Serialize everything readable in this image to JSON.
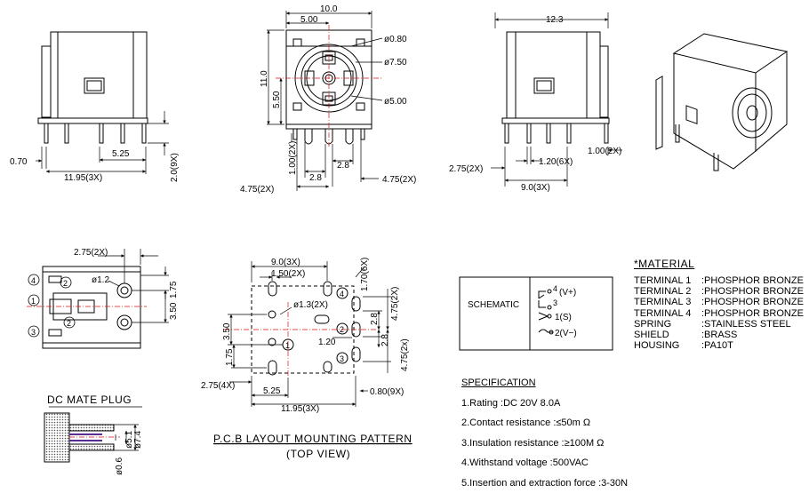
{
  "views": {
    "mate_plug_title": "DC MATE PLUG",
    "pcb_title": "P.C.B LAYOUT MOUNTING PATTERN",
    "pcb_subtitle": "(TOP VIEW)"
  },
  "dimensions": {
    "side1": [
      "0.70",
      "11.95(3X)",
      "5.25",
      "2.0(9X)"
    ],
    "front": [
      "10.0",
      "5.00",
      "ø0.80",
      "ø7.50",
      "11.0",
      "5.50",
      "ø5.00",
      "1.00(2X)",
      "2.8",
      "2.8",
      "4.75(2X)",
      "4.75(2X)"
    ],
    "side2": [
      "12.3",
      "1.00(2X)",
      "1.20(6X)",
      "2.75(2X)",
      "9.0(3X)"
    ],
    "bottom": [
      "2.75(2X)",
      "ø1.2",
      "1.75",
      "3.50"
    ],
    "bottom_pins": [
      "4",
      "1",
      "2",
      "3",
      "2"
    ],
    "plug": [
      "ø5.1",
      "ø7.4",
      "ø0.6"
    ],
    "pcb": [
      "9.0(3X)",
      "1.50(2X)",
      "1.70(6X)",
      "ø1.3(2X)",
      "3.50",
      "1.20",
      "2.8",
      "4.75(2X)",
      "2.8",
      "4.75(2x)",
      "1.75",
      "2.75(4X)",
      "5.25",
      "11.95(3X)",
      "0.80(9X)"
    ],
    "pcb_pins": [
      "4",
      "1",
      "2",
      "3"
    ]
  },
  "schematic": {
    "label": "SCHEMATIC",
    "pins": [
      "4",
      "(V+)",
      "3",
      "1(S)",
      "2(V−)"
    ]
  },
  "material": {
    "title": "*MATERIAL",
    "rows": [
      {
        "part": "TERMINAL 1",
        "value": ":PHOSPHOR BRONZE"
      },
      {
        "part": "TERMINAL 2",
        "value": ":PHOSPHOR BRONZE"
      },
      {
        "part": "TERMINAL 3",
        "value": ":PHOSPHOR BRONZE"
      },
      {
        "part": "TERMINAL 4",
        "value": ":PHOSPHOR BRONZE"
      },
      {
        "part": "SPRING",
        "value": ":STAINLESS STEEL"
      },
      {
        "part": "SHIELD",
        "value": ":BRASS"
      },
      {
        "part": "HOUSING",
        "value": ":PA10T"
      }
    ]
  },
  "specification": {
    "title": "SPECIFICATION",
    "items": [
      "1.Rating  :DC 20V 8.0A",
      "2.Contact resistance :≤50m Ω",
      "3.Insulation resistance :≥100M Ω",
      "4.Withstand voltage :500VAC",
      "5.Insertion and extraction force :3-30N"
    ]
  },
  "colors": {
    "line": "#000000",
    "center_line": "#e01010",
    "hatch": "#555555"
  }
}
